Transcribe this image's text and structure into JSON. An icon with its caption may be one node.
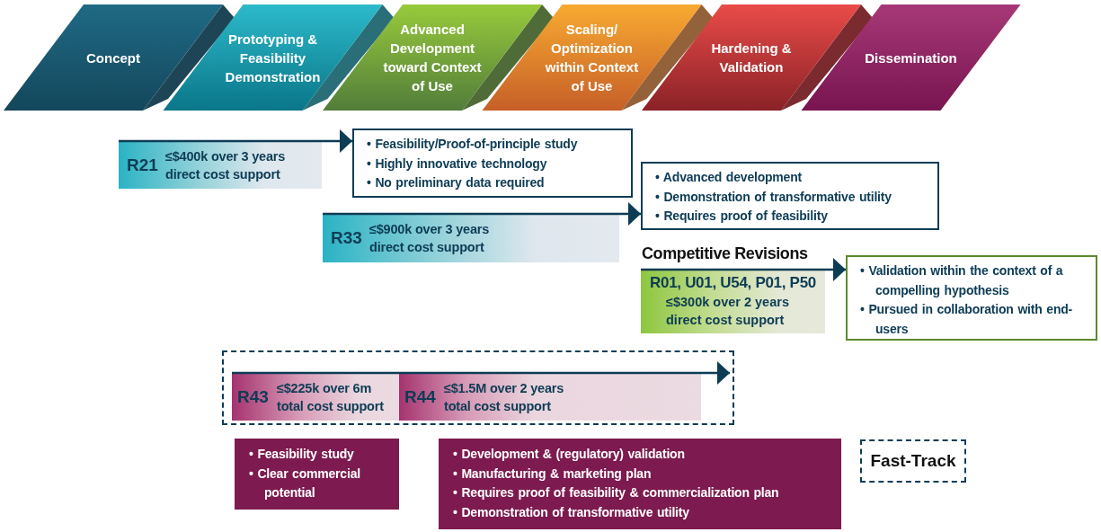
{
  "diagram": {
    "nodes": [
      {
        "text": [
          "Concept"
        ]
      },
      {
        "text": [
          "Prototyping & Feasibility Demonstration"
        ]
      },
      {
        "text": [
          "Advanced Development toward Context of Use"
        ]
      },
      {
        "text": [
          "Scaling/ Optimization within Context of Use"
        ]
      },
      {
        "text": [
          "Hardening & Validation"
        ]
      },
      {
        "text": [
          "Dissemination"
        ]
      },
      {
        "text": [
          "R21",
          "≤$400k over 3 years direct cost support"
        ]
      },
      {
        "text": [
          "• Feasibility/Proof-of-principle study",
          "• Highly innovative technology",
          "• No preliminary data required"
        ]
      },
      {
        "text": [
          "R33",
          "≤$900k over 3 years direct cost support"
        ]
      },
      {
        "text": [
          "• Advanced development",
          "• Demonstration of transformative utility",
          "• Requires proof of feasibility"
        ]
      },
      {
        "text": [
          "Competitive Revisions",
          "R01, U01, U54, P01, P50",
          "≤$300k over 2 years direct cost support"
        ]
      },
      {
        "text": [
          "• Validation within the context of a compelling hypothesis",
          "• Pursued in collaboration with end-users"
        ]
      },
      {
        "text": [],
        "shape": "box"
      },
      {
        "text": [
          "R43",
          "≤$225k over 6m total cost support"
        ],
        "in": 12
      },
      {
        "text": [
          "R44",
          "≤$1.5M over 2 years total cost support"
        ],
        "in": 12
      },
      {
        "text": [
          "• Feasibility study",
          "• Clear commercial potential"
        ]
      },
      {
        "text": [
          "• Development & (regulatory) validation",
          "• Manufacturing & marketing plan",
          "• Requires proof of feasibility & commercialization plan",
          "• Demonstration of transformative utility"
        ]
      },
      {
        "text": [
          "Fast-Track"
        ]
      }
    ],
    "edges": [
      {
        "from": 6,
        "to": 7,
        "arrow": "to"
      },
      {
        "from": 8,
        "to": 9,
        "arrow": "to"
      },
      {
        "from": 10,
        "to": 11,
        "arrow": "to"
      },
      {
        "from": 13,
        "to": null,
        "arrow": "to"
      }
    ]
  }
}
